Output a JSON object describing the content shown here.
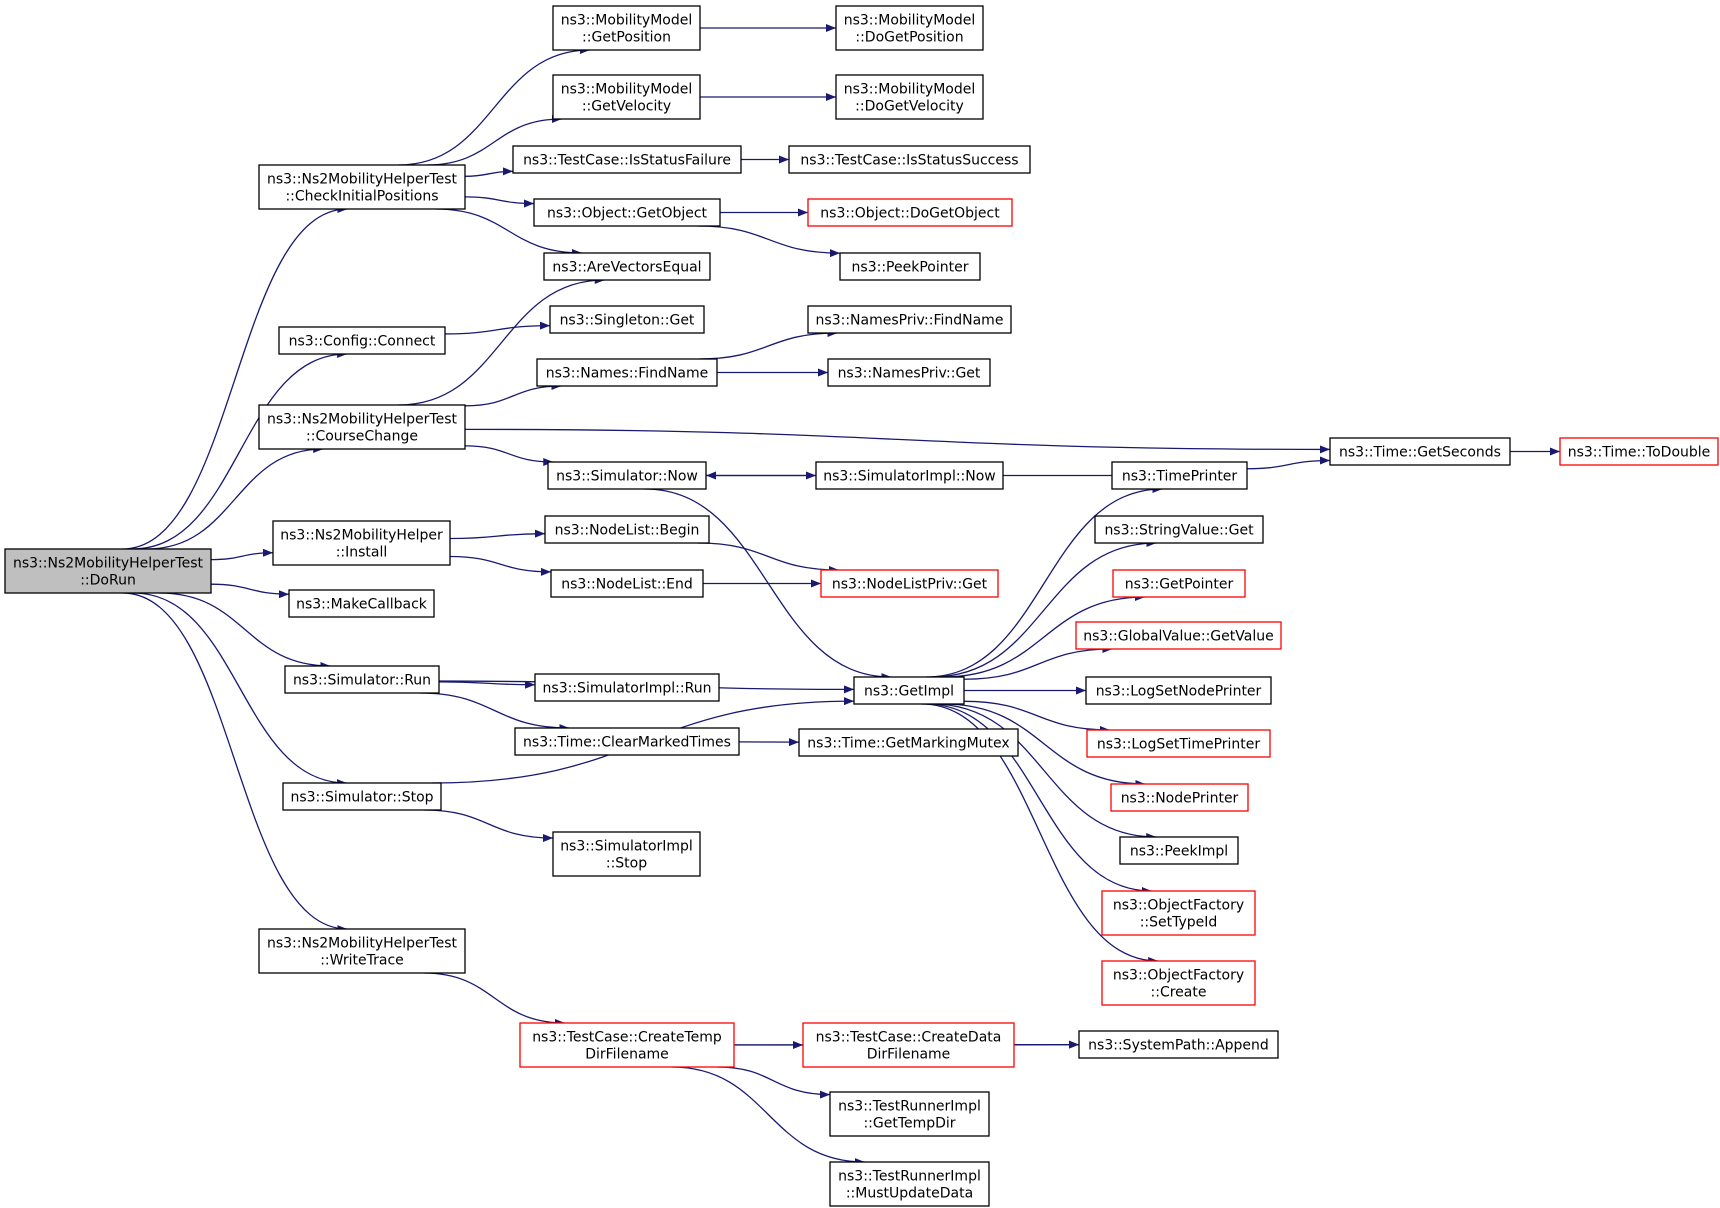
{
  "colors": {
    "edge": "#191970",
    "box_border": "#000000",
    "box_border_incomplete": "#ff0000",
    "root_fill": "#bfbfbf",
    "box_fill": "#ffffff"
  },
  "nodes": {
    "dorun": {
      "lines": [
        "ns3::Ns2MobilityHelperTest",
        "::DoRun"
      ],
      "root": true
    },
    "checkinit": {
      "lines": [
        "ns3::Ns2MobilityHelperTest",
        "::CheckInitialPositions"
      ]
    },
    "config_connect": {
      "lines": [
        "ns3::Config::Connect"
      ]
    },
    "coursechange": {
      "lines": [
        "ns3::Ns2MobilityHelperTest",
        "::CourseChange"
      ]
    },
    "install": {
      "lines": [
        "ns3::Ns2MobilityHelper",
        "::Install"
      ]
    },
    "makecallback": {
      "lines": [
        "ns3::MakeCallback"
      ]
    },
    "sim_run": {
      "lines": [
        "ns3::Simulator::Run"
      ]
    },
    "sim_stop": {
      "lines": [
        "ns3::Simulator::Stop"
      ]
    },
    "writetrace": {
      "lines": [
        "ns3::Ns2MobilityHelperTest",
        "::WriteTrace"
      ]
    },
    "mm_getpos": {
      "lines": [
        "ns3::MobilityModel",
        "::GetPosition"
      ]
    },
    "mm_getvel": {
      "lines": [
        "ns3::MobilityModel",
        "::GetVelocity"
      ]
    },
    "tc_isfail": {
      "lines": [
        "ns3::TestCase::IsStatusFailure"
      ]
    },
    "obj_getobj": {
      "lines": [
        "ns3::Object::GetObject"
      ]
    },
    "arevec": {
      "lines": [
        "ns3::AreVectorsEqual"
      ]
    },
    "singleton_get": {
      "lines": [
        "ns3::Singleton::Get"
      ]
    },
    "names_find": {
      "lines": [
        "ns3::Names::FindName"
      ]
    },
    "sim_now": {
      "lines": [
        "ns3::Simulator::Now"
      ]
    },
    "nl_begin": {
      "lines": [
        "ns3::NodeList::Begin"
      ]
    },
    "nl_end": {
      "lines": [
        "ns3::NodeList::End"
      ]
    },
    "simimpl_run": {
      "lines": [
        "ns3::SimulatorImpl::Run"
      ]
    },
    "time_clear": {
      "lines": [
        "ns3::Time::ClearMarkedTimes"
      ]
    },
    "simimpl_stop": {
      "lines": [
        "ns3::SimulatorImpl",
        "::Stop"
      ]
    },
    "tc_createtemp": {
      "lines": [
        "ns3::TestCase::CreateTemp",
        "DirFilename"
      ],
      "incomplete": true
    },
    "mm_dogetpos": {
      "lines": [
        "ns3::MobilityModel",
        "::DoGetPosition"
      ]
    },
    "mm_dogetvel": {
      "lines": [
        "ns3::MobilityModel",
        "::DoGetVelocity"
      ]
    },
    "tc_issucc": {
      "lines": [
        "ns3::TestCase::IsStatusSuccess"
      ]
    },
    "obj_dogetobj": {
      "lines": [
        "ns3::Object::DoGetObject"
      ],
      "incomplete": true
    },
    "peekpointer": {
      "lines": [
        "ns3::PeekPointer"
      ]
    },
    "np_findname": {
      "lines": [
        "ns3::NamesPriv::FindName"
      ]
    },
    "np_get": {
      "lines": [
        "ns3::NamesPriv::Get"
      ]
    },
    "simimpl_now": {
      "lines": [
        "ns3::SimulatorImpl::Now"
      ]
    },
    "nlp_get": {
      "lines": [
        "ns3::NodeListPriv::Get"
      ],
      "incomplete": true
    },
    "getimpl": {
      "lines": [
        "ns3::GetImpl"
      ]
    },
    "time_getmutex": {
      "lines": [
        "ns3::Time::GetMarkingMutex"
      ]
    },
    "tc_createdata": {
      "lines": [
        "ns3::TestCase::CreateData",
        "DirFilename"
      ],
      "incomplete": true
    },
    "tri_gettemp": {
      "lines": [
        "ns3::TestRunnerImpl",
        "::GetTempDir"
      ]
    },
    "tri_mustupdate": {
      "lines": [
        "ns3::TestRunnerImpl",
        "::MustUpdateData"
      ]
    },
    "timeprinter": {
      "lines": [
        "ns3::TimePrinter"
      ]
    },
    "stringvalue_get": {
      "lines": [
        "ns3::StringValue::Get"
      ]
    },
    "getpointer": {
      "lines": [
        "ns3::GetPointer"
      ],
      "incomplete": true
    },
    "gv_getvalue": {
      "lines": [
        "ns3::GlobalValue::GetValue"
      ],
      "incomplete": true
    },
    "logsetnode": {
      "lines": [
        "ns3::LogSetNodePrinter"
      ]
    },
    "logsettime": {
      "lines": [
        "ns3::LogSetTimePrinter"
      ],
      "incomplete": true
    },
    "nodeprinter": {
      "lines": [
        "ns3::NodePrinter"
      ],
      "incomplete": true
    },
    "peekimpl": {
      "lines": [
        "ns3::PeekImpl"
      ]
    },
    "of_settypeid": {
      "lines": [
        "ns3::ObjectFactory",
        "::SetTypeId"
      ],
      "incomplete": true
    },
    "of_create": {
      "lines": [
        "ns3::ObjectFactory",
        "::Create"
      ],
      "incomplete": true
    },
    "systempath_append": {
      "lines": [
        "ns3::SystemPath::Append"
      ]
    },
    "time_getseconds": {
      "lines": [
        "ns3::Time::GetSeconds"
      ]
    },
    "time_todouble": {
      "lines": [
        "ns3::Time::ToDouble"
      ],
      "incomplete": true
    }
  },
  "edges": [
    [
      "dorun",
      "checkinit"
    ],
    [
      "dorun",
      "config_connect"
    ],
    [
      "dorun",
      "coursechange"
    ],
    [
      "dorun",
      "install"
    ],
    [
      "dorun",
      "makecallback"
    ],
    [
      "dorun",
      "sim_run"
    ],
    [
      "dorun",
      "sim_stop"
    ],
    [
      "dorun",
      "writetrace"
    ],
    [
      "checkinit",
      "mm_getpos"
    ],
    [
      "checkinit",
      "mm_getvel"
    ],
    [
      "checkinit",
      "tc_isfail"
    ],
    [
      "checkinit",
      "obj_getobj"
    ],
    [
      "checkinit",
      "arevec"
    ],
    [
      "config_connect",
      "singleton_get"
    ],
    [
      "coursechange",
      "arevec"
    ],
    [
      "coursechange",
      "names_find"
    ],
    [
      "coursechange",
      "sim_now"
    ],
    [
      "coursechange",
      "time_getseconds"
    ],
    [
      "install",
      "nl_begin"
    ],
    [
      "install",
      "nl_end"
    ],
    [
      "sim_run",
      "simimpl_run"
    ],
    [
      "sim_run",
      "time_clear"
    ],
    [
      "sim_run",
      "getimpl"
    ],
    [
      "sim_stop",
      "simimpl_stop"
    ],
    [
      "sim_stop",
      "getimpl"
    ],
    [
      "writetrace",
      "tc_createtemp"
    ],
    [
      "mm_getpos",
      "mm_dogetpos"
    ],
    [
      "mm_getvel",
      "mm_dogetvel"
    ],
    [
      "tc_isfail",
      "tc_issucc"
    ],
    [
      "obj_getobj",
      "obj_dogetobj"
    ],
    [
      "obj_getobj",
      "peekpointer"
    ],
    [
      "names_find",
      "np_findname"
    ],
    [
      "names_find",
      "np_get"
    ],
    [
      "sim_now",
      "simimpl_now"
    ],
    [
      "sim_now",
      "getimpl"
    ],
    [
      "nl_begin",
      "nlp_get"
    ],
    [
      "nl_end",
      "nlp_get"
    ],
    [
      "time_clear",
      "time_getmutex"
    ],
    [
      "tc_createtemp",
      "tc_createdata"
    ],
    [
      "tc_createtemp",
      "systempath_append"
    ],
    [
      "tc_createtemp",
      "tri_gettemp"
    ],
    [
      "tc_createtemp",
      "tri_mustupdate"
    ],
    [
      "tc_createdata",
      "systempath_append"
    ],
    [
      "getimpl",
      "timeprinter"
    ],
    [
      "getimpl",
      "stringvalue_get"
    ],
    [
      "getimpl",
      "getpointer"
    ],
    [
      "getimpl",
      "gv_getvalue"
    ],
    [
      "getimpl",
      "logsetnode"
    ],
    [
      "getimpl",
      "logsettime"
    ],
    [
      "getimpl",
      "nodeprinter"
    ],
    [
      "getimpl",
      "peekimpl"
    ],
    [
      "getimpl",
      "of_settypeid"
    ],
    [
      "getimpl",
      "of_create"
    ],
    [
      "timeprinter",
      "sim_now"
    ],
    [
      "timeprinter",
      "time_getseconds"
    ],
    [
      "time_getseconds",
      "time_todouble"
    ]
  ]
}
